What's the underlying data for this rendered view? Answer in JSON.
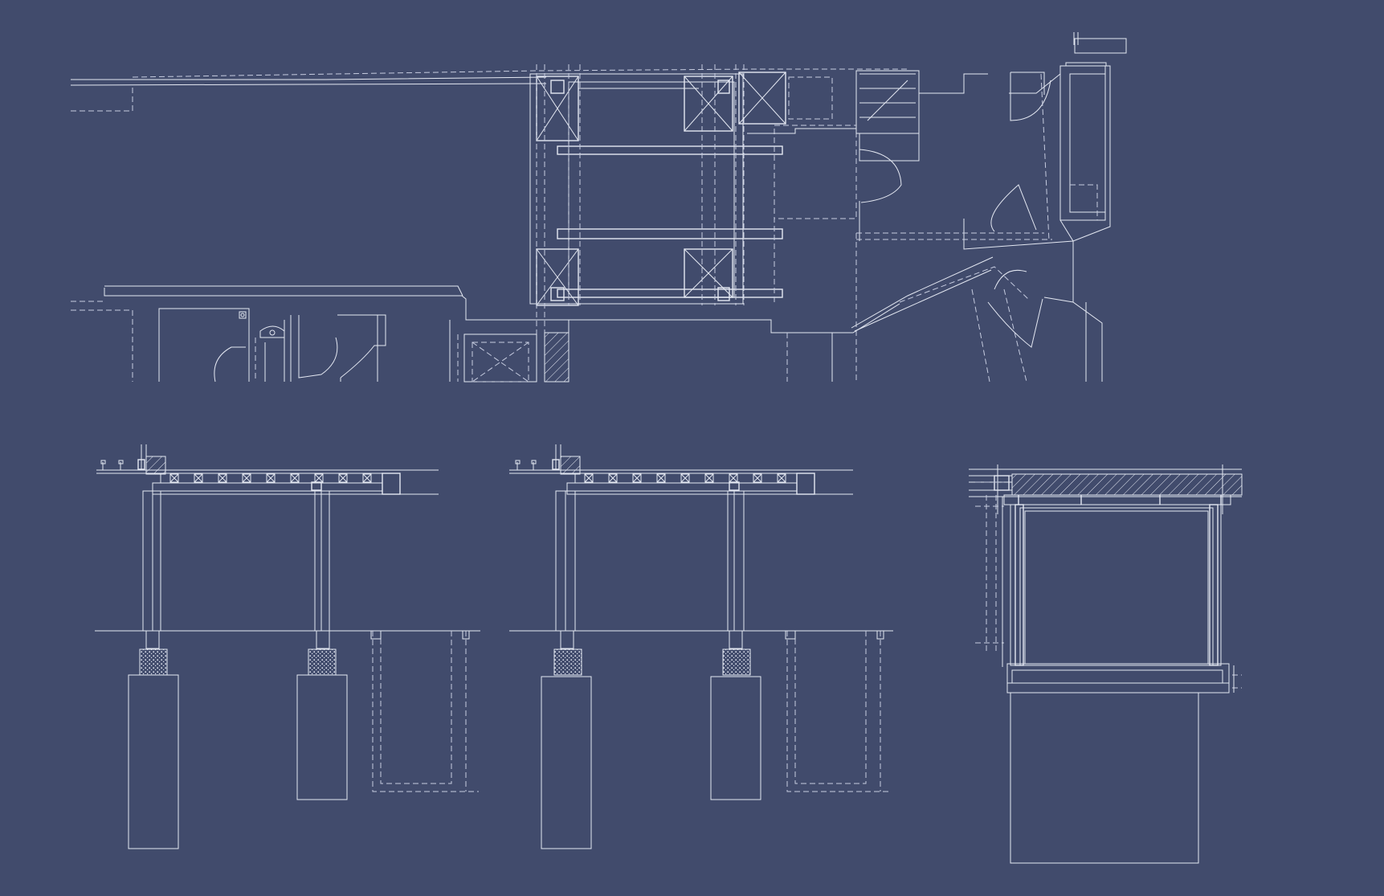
{
  "colors": {
    "background": "#414b6c",
    "line": "#e4e8f2",
    "line_soft": "#c6cce0"
  },
  "drawings": [
    {
      "id": "floor-plan"
    },
    {
      "id": "section-a"
    },
    {
      "id": "section-b"
    },
    {
      "id": "section-c"
    }
  ]
}
